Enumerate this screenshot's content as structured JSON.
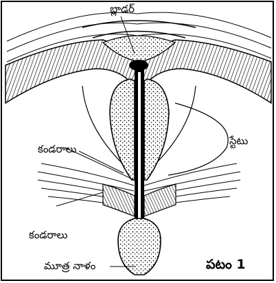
{
  "figure": {
    "labels": {
      "bladder": "బ్లాడర్",
      "prostate": "స్టేటు",
      "muscle_upper": "కండరాలు",
      "muscle_lower": "కండరాలు",
      "urethra": "మూత్ర నాళం"
    },
    "caption": "పటం 1",
    "colors": {
      "ink": "#000000",
      "paper": "#ffffff"
    }
  }
}
